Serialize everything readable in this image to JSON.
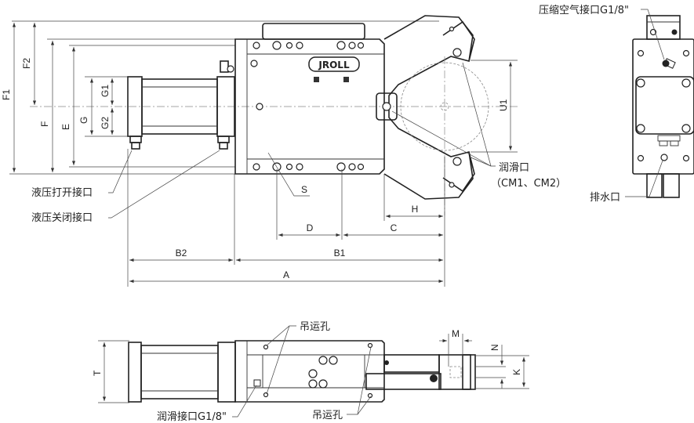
{
  "logo": "JROLL",
  "dimensions": {
    "F1": "F1",
    "F2": "F2",
    "F": "F",
    "E": "E",
    "G": "G",
    "G1": "G1",
    "G2": "G2",
    "U1": "U1",
    "H": "H",
    "D": "D",
    "C": "C",
    "B2": "B2",
    "B1": "B1",
    "A": "A",
    "S": "S",
    "T": "T",
    "M": "M",
    "N": "N",
    "K": "K"
  },
  "labels": {
    "hydraulic_open": "液压打开接口",
    "hydraulic_close": "液压关闭接口",
    "lube_port": "润滑口",
    "lube_port_codes": "（CM1、CM2）",
    "air_port": "压缩空气接口G1/8\"",
    "drain": "排水口",
    "lifting_hole_top": "吊运孔",
    "lifting_hole_bottom": "吊运孔",
    "lube_inlet": "润滑接口G1/8\""
  }
}
